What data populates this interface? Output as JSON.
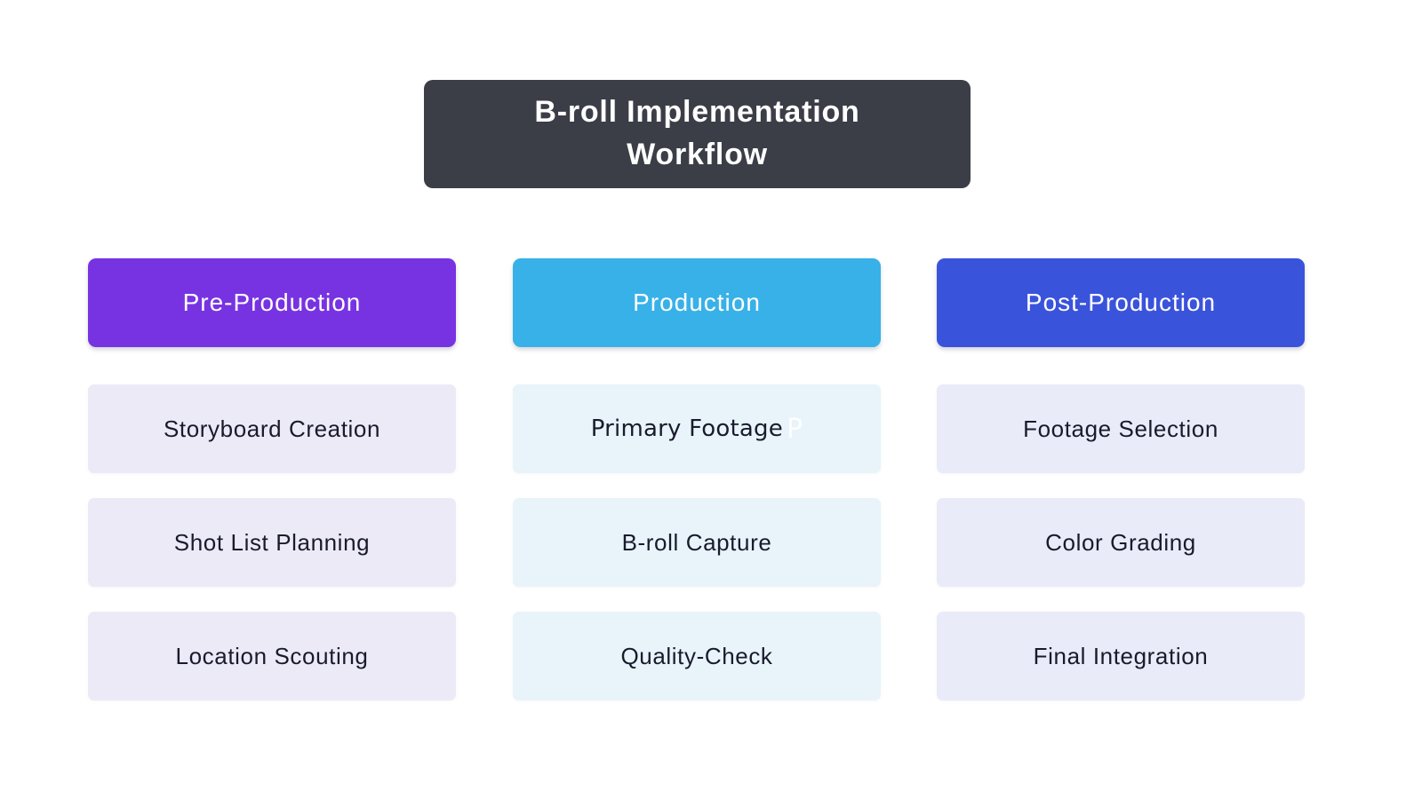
{
  "title": {
    "line1": "B-roll Implementation",
    "line2": "Workflow",
    "bg_color": "#3b3e47",
    "text_color": "#ffffff"
  },
  "columns": [
    {
      "header": "Pre-Production",
      "header_bg": "#7733e2",
      "header_text_color": "#ffffff",
      "item_bg": "#edeaf8",
      "items": [
        "Storyboard Creation",
        "Shot List Planning",
        "Location Scouting"
      ]
    },
    {
      "header": "Production",
      "header_bg": "#38b1e8",
      "header_text_color": "#ffffff",
      "item_bg": "#e8f4fa",
      "items": [
        "Primary Footage",
        "B-roll Capture",
        "Quality-Check"
      ]
    },
    {
      "header": "Post-Production",
      "header_bg": "#3a53db",
      "header_text_color": "#ffffff",
      "item_bg": "#e9ebf8",
      "items": [
        "Footage Selection",
        "Color Grading",
        "Final Integration"
      ]
    }
  ],
  "ghost_glyph": "P",
  "item_text_color": "#191b2d",
  "page_bg": "#ffffff"
}
